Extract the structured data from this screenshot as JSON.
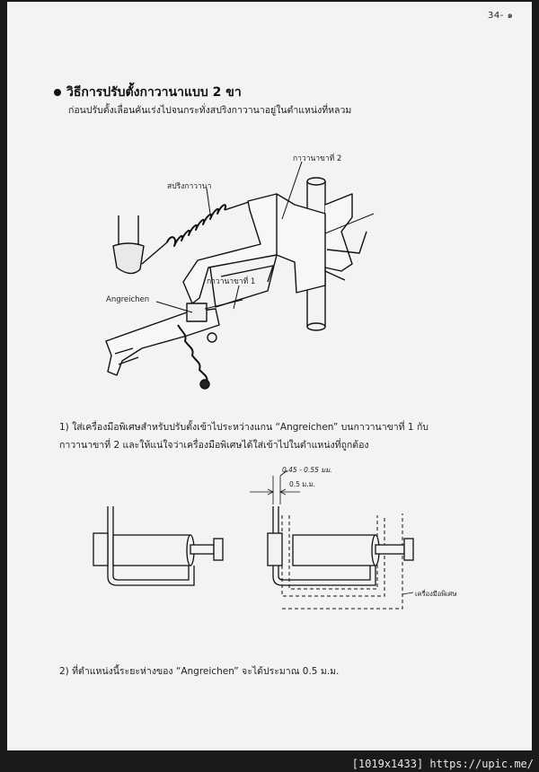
{
  "page_number": "34- ๑",
  "heading": "วิธีการปรับตั้งกาวานาแบบ 2 ขา",
  "subtitle": "ก่อนปรับตั้งเลื่อนคันเร่งไปจนกระทั่งสปริงกาวานาอยู่ในตำแหน่งที่หลวม",
  "figure1_labels": {
    "leg2": "กาวานาขาที่ 2",
    "spring": "สปริงกาวานา",
    "leg1": "กาวานาขาที่ 1",
    "angreichen": "Angreichen"
  },
  "step1": {
    "prefix": "1)",
    "text_line1": "ใส่เครื่องมือพิเศษสำหรับปรับตั้งเข้าไประหว่างแกน “Angreichen” บนกาวานาขาที่ 1 กับ",
    "text_line2": "กาวานาขาที่ 2 และให้แน่ใจว่าเครื่องมือพิเศษได้ใส่เข้าไปในตำแหน่งที่ถูกต้อง"
  },
  "figure2_labels": {
    "handwritten": "0.45 - 0.55 มม.",
    "gap": "0.5 ม.ม.",
    "tool": "เครื่องมือพิเศษ"
  },
  "step2": {
    "prefix": "2)",
    "text": "ที่ตำแหน่งนี้ระยะห่างของ “Angreichen” จะได้ประมาณ 0.5 ม.ม."
  },
  "footer_text": "[1019x1433] https://upic.me/"
}
